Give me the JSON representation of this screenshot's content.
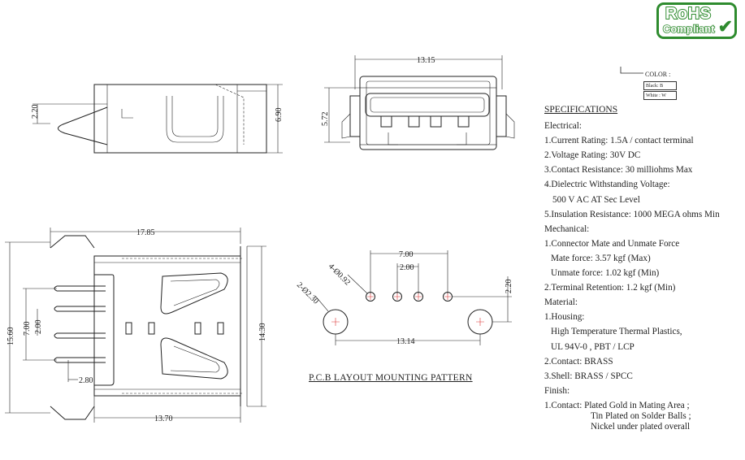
{
  "badge": {
    "line1": "RoHS",
    "line2": "Compliant"
  },
  "color_box": {
    "label": "COLOR :",
    "options": [
      "Black: B",
      "White : W"
    ]
  },
  "specifications": {
    "title": "SPECIFICATIONS",
    "sections": [
      {
        "heading": "Electrical:",
        "lines": [
          "1.Current Rating: 1.5A / contact terminal",
          "2.Voltage Rating: 30V DC",
          "3.Contact Resistance: 30 milliohms Max",
          "4.Dielectric Withstanding Voltage:",
          "500 V AC AT Sec Level",
          "5.Insulation Resistance: 1000 MEGA ohms Min"
        ]
      },
      {
        "heading": "Mechanical:",
        "lines": [
          "1.Connector Mate and Unmate Force",
          "Mate force: 3.57 kgf (Max)",
          "Unmate force: 1.02 kgf (Min)",
          "2.Terminal Retention: 1.2 kgf (Min)"
        ]
      },
      {
        "heading": "Material:",
        "lines": [
          "1.Housing:",
          "High Temperature Thermal Plastics,",
          "UL 94V-0 , PBT / LCP",
          "2.Contact: BRASS",
          "3.Shell: BRASS / SPCC"
        ]
      },
      {
        "heading": "Finish:",
        "lines": [
          "1.Contact: Plated Gold in Mating Area ;",
          "Tin Plated on Solder Balls ;",
          "Nickel under plated overall"
        ]
      }
    ]
  },
  "dimensions": {
    "side_top_height": "2.20",
    "side_total_height": "6.90",
    "front_width": "13.15",
    "front_height": "5.72",
    "top_length": "17.85",
    "top_width_outer": "15.60",
    "top_width_body": "14.30",
    "pin_span": "7.00",
    "pin_pitch": "2.00",
    "pin_offset": "2.80",
    "body_length": "13.70",
    "pcb_pin_span": "7.00",
    "pcb_pin_pitch": "2.00",
    "pcb_pin_offset": "2.20",
    "pcb_peg_span": "13.14",
    "pcb_pin_holes": "4-Ø0.92",
    "pcb_peg_holes": "2-Ø2.30"
  },
  "pcb_title": "P.C.B LAYOUT MOUNTING PATTERN"
}
